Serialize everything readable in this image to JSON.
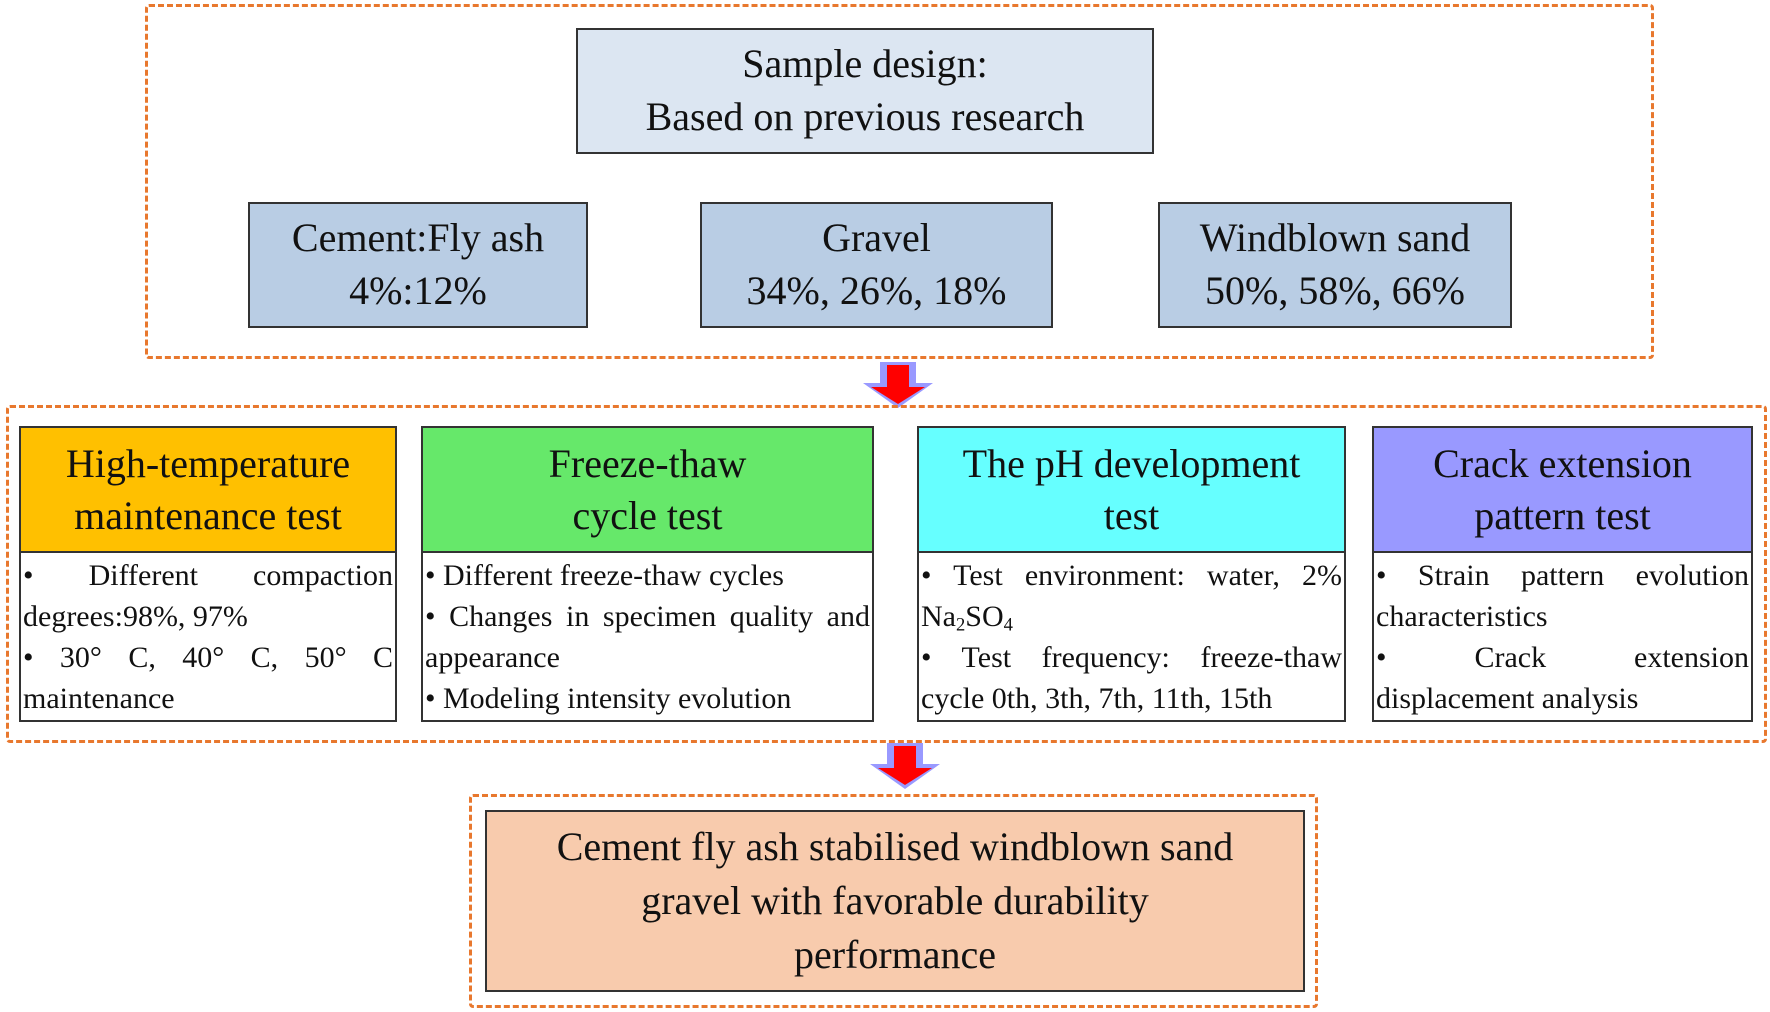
{
  "sample": {
    "title_line1": "Sample design:",
    "title_line2": "Based on previous research",
    "components": [
      {
        "label": "Cement:Fly ash",
        "value": "4%:12%"
      },
      {
        "label": "Gravel",
        "value": "34%, 26%, 18%"
      },
      {
        "label": "Windblown sand",
        "value": "50%, 58%, 66%"
      }
    ]
  },
  "tests": [
    {
      "title_line1": "High-temperature",
      "title_line2": "maintenance test",
      "color": "#ffc000",
      "lines": [
        "• Different compaction degrees:98%, 97%",
        "• 30° C, 40° C, 50° C maintenance"
      ]
    },
    {
      "title_line1": "Freeze-thaw",
      "title_line2": "cycle test",
      "color": "#66e86a",
      "lines": [
        "• Different freeze-thaw cycles",
        "• Changes in specimen quality and appearance",
        "• Modeling intensity evolution"
      ]
    },
    {
      "title_line1": "The pH development",
      "title_line2": "test",
      "color": "#66ffff",
      "lines": [
        "• Test environment: water, 2% Na",
        "2",
        "SO",
        "4",
        "• Test frequency: freeze-thaw cycle 0th, 3th, 7th, 11th, 15th"
      ]
    },
    {
      "title_line1": "Crack extension",
      "title_line2": "pattern test",
      "color": "#9999ff",
      "lines": [
        "• Strain pattern evolution characteristics",
        "• Crack extension displacement analysis"
      ]
    }
  ],
  "result": {
    "line1": "Cement fly ash stabilised windblown sand",
    "line2": "gravel with favorable durability",
    "line3": "performance"
  },
  "colors": {
    "dashed_border": "#e8782e",
    "sample_title_fill": "#dce6f2",
    "component_fill": "#b9cde4",
    "arrow_fill": "#ff0000",
    "arrow_outline": "#9999ff",
    "result_fill": "#f8cbad"
  }
}
